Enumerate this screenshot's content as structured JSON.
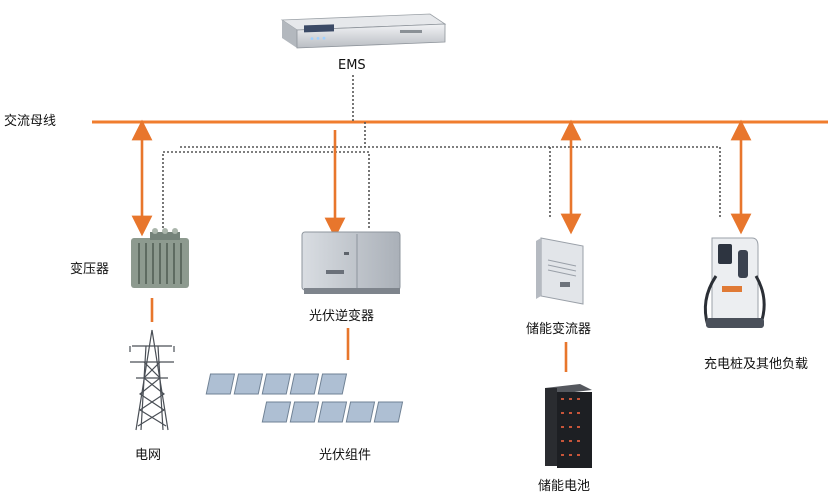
{
  "labels": {
    "ems": "EMS",
    "bus": "交流母线",
    "transformer": "变压器",
    "pv_inverter": "光伏逆变器",
    "storage_converter": "储能变流器",
    "charger": "充电桩及其他负载",
    "grid": "电网",
    "pv_modules": "光伏组件",
    "battery": "储能电池"
  },
  "colors": {
    "bus_line": "#f07d2e",
    "power_arrow": "#e8762c",
    "comm_line": "#555555",
    "device_gray": "#c9ccd1"
  },
  "icons": {
    "ems": "rack-server-icon",
    "transformer": "transformer-icon",
    "pv_inverter": "inverter-cabinet-icon",
    "storage_converter": "power-converter-icon",
    "charger": "ev-charger-icon",
    "grid": "transmission-tower-icon",
    "pv_modules": "solar-panel-array-icon",
    "battery": "battery-rack-icon"
  }
}
